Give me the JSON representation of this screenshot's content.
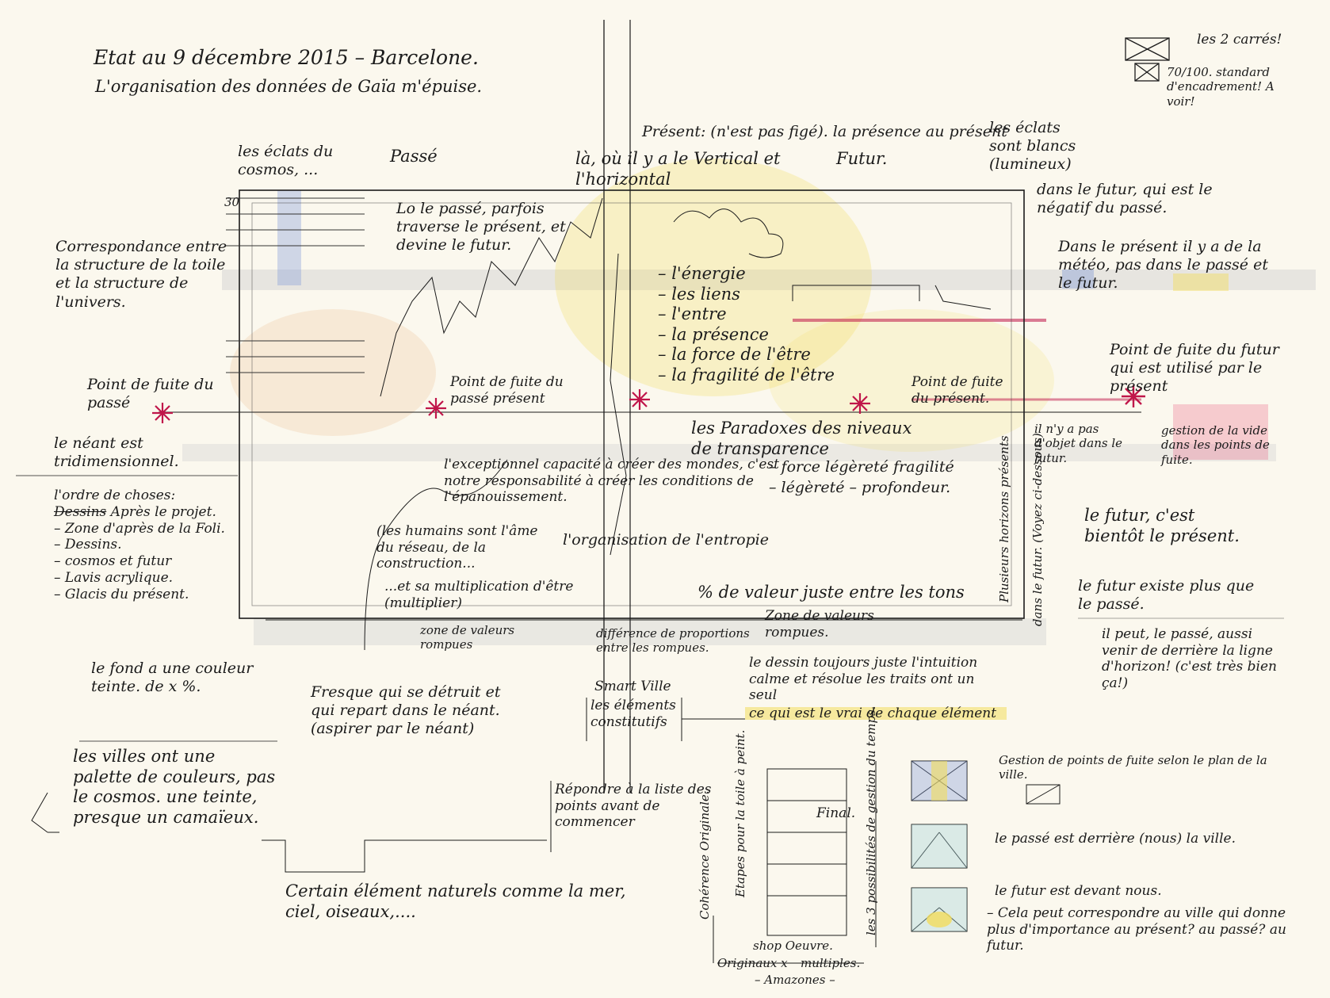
{
  "sheet": {
    "header": {
      "line1": "Etat au 9 décembre 2015 – Barcelone.",
      "line2": "L'organisation des données de Gaïa m'épuise."
    },
    "corner": {
      "two_squares": "les 2 carrés!",
      "one_square": "70/100. standard d'encadrement! A voir!"
    },
    "timeline": {
      "eclats_cosmos": "les éclats du cosmos, ...",
      "passe": "Passé",
      "present": "Présent: (n'est pas figé). la présence au présent",
      "vertical": "là, où il y a le Vertical et l'horizontal",
      "futur": "Futur.",
      "eclats_blancs": "les éclats sont blancs (lumineux)",
      "futur_negatif": "dans le futur, qui est le négatif du passé.",
      "scale_mark": "30"
    },
    "passe_note": "Lo le passé, parfois traverse le présent, et devine le futur.",
    "left_notes": {
      "correspondance": "Correspondance entre la structure de la toile et la structure de l'univers.",
      "point_passe": "Point de fuite du passé",
      "neant": "le néant est tridimensionnel.",
      "ordre_title": "l'ordre de choses:",
      "ordre_items": [
        "Après le projet.",
        "Zone d'après de la Foli.",
        "Dessins.",
        "cosmos et futur",
        "Lavis acrylique.",
        "Glacis du présent."
      ],
      "ordre_struck": "Dessins",
      "fond": "le fond a une couleur teinte. de x %."
    },
    "center_notes": {
      "point_present": "Point de fuite du passé présent",
      "energie_list": [
        "l'énergie",
        "les liens",
        "l'entre",
        "la présence",
        "la force de l'être",
        "la fragilité de l'être"
      ],
      "paradoxes": "les Paradoxes des niveaux de transparence",
      "force": "– force légèreté fragilité",
      "legerete": "– légèreté – profondeur.",
      "exceptionnel": "l'exceptionnel capacité à créer des mondes, c'est notre responsabilité à créer les conditions de l'épanouissement.",
      "humains": "(les humains sont l'âme du réseau, de la construction...",
      "multiplication": "...et sa multiplication d'être (multiplier)",
      "entropie": "l'organisation de l'entropie",
      "valeur_juste": "% de valeur juste entre les tons",
      "zone_valeurs_left": "zone de valeurs rompues",
      "zone_valeurs_right": "Zone de valeurs rompues.",
      "difference": "différence de proportions entre les rompues."
    },
    "right_notes": {
      "dans_present": "Dans le présent il y a de la météo, pas dans le passé et le futur.",
      "point_futur": "Point de fuite du futur qui est utilisé par le présent",
      "gestion_vide": "gestion de la vide dans les points de fuite.",
      "point_present2": "Point de fuite du présent.",
      "il_ny_a": "il n'y a pas d'objet dans le futur.",
      "futur_bientot": "le futur, c'est bientôt le présent.",
      "futur_existe": "le futur existe plus que le passé.",
      "peut_aussi": "il peut, le passé, aussi venir de derrière la ligne d'horizon! (c'est très bien ça!)",
      "vertical_a": "Plusieurs horizons présents",
      "vertical_b": "dans le futur. (Voyez ci-dessous)"
    },
    "lower_notes": {
      "fresque": "Fresque qui se détruit et qui repart dans le néant. (aspirer par le néant)",
      "villes": "les villes ont une palette de couleurs, pas le cosmos. une teinte, presque un camaïeux.",
      "villes_struck": "une palette de couleurs,",
      "smart_ville": "Smart Ville",
      "elements": "les éléments constitutifs",
      "dessin": "le dessin toujours juste l'intuition calme et résolue les traits ont un seul",
      "ce_qui": "ce qui est le vrai de chaque élément",
      "repondre": "Répondre à la liste des points avant de commencer",
      "certain": "Certain élément naturels comme la mer, ciel, oiseaux,....",
      "etapes": "Etapes pour la toile à peint.",
      "original": "Cohérence Originale.",
      "final": "Final.",
      "shop": "shop Oeuvre.",
      "originaux": "Originaux x",
      "multiples": "multiples.",
      "amazones": "– Amazones –",
      "possibilites": "les 3 possibilités de gestion du temps.",
      "gestion_points": "Gestion de points de fuite selon le plan de la ville.",
      "passe_derriere": "le passé est derrière (nous) la ville.",
      "futur_devant": "le futur est devant nous.",
      "cela_peut": "– Cela peut correspondre au ville qui donne plus d'importance au présent? au passé? au futur."
    },
    "colors": {
      "paper": "#fbf8ee",
      "ink": "#1b1b1b",
      "crimson": "#c0164a",
      "yellow": "#f2dc5c",
      "blue": "#7f98d8",
      "pink": "#e8557e",
      "grey_wash": "#cfcfcf"
    }
  }
}
